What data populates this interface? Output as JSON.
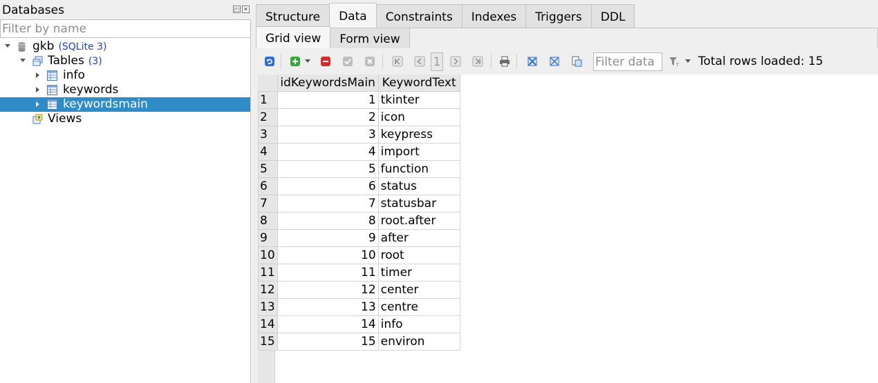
{
  "left_panel": {
    "title": "Databases",
    "filter_placeholder": "Filter by name",
    "tree": {
      "db_name": "gkb",
      "db_type": "(SQLite 3)",
      "tables_label": "Tables",
      "tables_count": "(3)",
      "tables": [
        "info",
        "keywords",
        "keywordsmain"
      ],
      "views_label": "Views"
    }
  },
  "tabs": [
    "Structure",
    "Data",
    "Constraints",
    "Indexes",
    "Triggers",
    "DDL"
  ],
  "active_tab": "Data",
  "sub_tabs": [
    "Grid view",
    "Form view"
  ],
  "active_sub_tab": "Grid view",
  "toolbar": {
    "page_number": "1",
    "filter_placeholder": "Filter data",
    "rows_loaded": "Total rows loaded: 15"
  },
  "grid": {
    "columns": [
      "idKeywordsMain",
      "KeywordText"
    ],
    "rows": [
      [
        "1",
        "1",
        "tkinter"
      ],
      [
        "2",
        "2",
        "icon"
      ],
      [
        "3",
        "3",
        "keypress"
      ],
      [
        "4",
        "4",
        "import"
      ],
      [
        "5",
        "5",
        "function"
      ],
      [
        "6",
        "6",
        "status"
      ],
      [
        "7",
        "7",
        "statusbar"
      ],
      [
        "8",
        "8",
        "root.after"
      ],
      [
        "9",
        "9",
        "after"
      ],
      [
        "10",
        "10",
        "root"
      ],
      [
        "11",
        "11",
        "timer"
      ],
      [
        "12",
        "12",
        "center"
      ],
      [
        "13",
        "13",
        "centre"
      ],
      [
        "14",
        "14",
        "info"
      ],
      [
        "15",
        "15",
        "environ"
      ]
    ]
  },
  "colors": {
    "selection": "#308cc6",
    "db_type_text": "#1c3fbf"
  }
}
